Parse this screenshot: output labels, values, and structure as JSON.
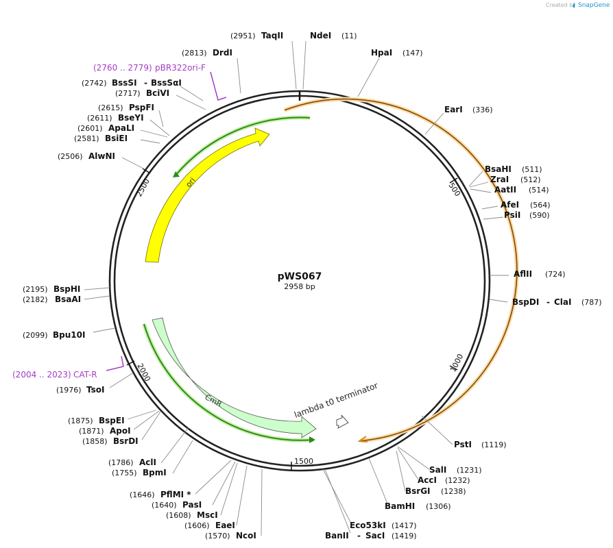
{
  "header": {
    "credit": "Created by",
    "brand": "SnapGene"
  },
  "plasmid": {
    "name": "pWS067",
    "length_label": "2958 bp"
  },
  "ticks": [
    "500",
    "1000",
    "1500",
    "2000",
    "2500"
  ],
  "sites": [
    {
      "pos": "(2951)",
      "name": "TaqII"
    },
    {
      "pos": "(11)",
      "name": "NdeI"
    },
    {
      "pos": "(147)",
      "name": "HpaI"
    },
    {
      "pos": "(2813)",
      "name": "DrdI"
    },
    {
      "pos": "(2742)",
      "name": "BssSI",
      "name2": "BssSαI",
      "sep": "-"
    },
    {
      "pos": "(2717)",
      "name": "BciVI"
    },
    {
      "pos": "(2615)",
      "name": "PspFI"
    },
    {
      "pos": "(2611)",
      "name": "BseYI"
    },
    {
      "pos": "(2601)",
      "name": "ApaLI"
    },
    {
      "pos": "(2581)",
      "name": "BsiEI"
    },
    {
      "pos": "(2506)",
      "name": "AlwNI"
    },
    {
      "pos": "(336)",
      "name": "EarI"
    },
    {
      "pos": "(511)",
      "name": "BsaHI"
    },
    {
      "pos": "(512)",
      "name": "ZraI"
    },
    {
      "pos": "(514)",
      "name": "AatII"
    },
    {
      "pos": "(564)",
      "name": "AfeI"
    },
    {
      "pos": "(590)",
      "name": "PsiI"
    },
    {
      "pos": "(724)",
      "name": "AflII"
    },
    {
      "pos": "(787)",
      "name": "BspDI",
      "name2": "ClaI",
      "sep": "-"
    },
    {
      "pos": "(2195)",
      "name": "BspHI"
    },
    {
      "pos": "(2182)",
      "name": "BsaAI"
    },
    {
      "pos": "(2099)",
      "name": "Bpu10I"
    },
    {
      "pos": "(1976)",
      "name": "TsoI"
    },
    {
      "pos": "(1875)",
      "name": "BspEI"
    },
    {
      "pos": "(1871)",
      "name": "ApoI"
    },
    {
      "pos": "(1858)",
      "name": "BsrDI"
    },
    {
      "pos": "(1786)",
      "name": "AclI"
    },
    {
      "pos": "(1755)",
      "name": "BpmI"
    },
    {
      "pos": "(1646)",
      "name": "PflMI *"
    },
    {
      "pos": "(1640)",
      "name": "PasI"
    },
    {
      "pos": "(1608)",
      "name": "MscI"
    },
    {
      "pos": "(1606)",
      "name": "EaeI"
    },
    {
      "pos": "(1570)",
      "name": "NcoI"
    },
    {
      "pos": "(1119)",
      "name": "PstI"
    },
    {
      "pos": "(1231)",
      "name": "SalI"
    },
    {
      "pos": "(1232)",
      "name": "AccI"
    },
    {
      "pos": "(1238)",
      "name": "BsrGI"
    },
    {
      "pos": "(1306)",
      "name": "BamHI"
    },
    {
      "pos": "(1417)",
      "name": "Eco53kI"
    },
    {
      "pos": "(1419)",
      "name": "BanII",
      "name2": "SacI",
      "sep": "-"
    }
  ],
  "primers": [
    {
      "range": "(2760 .. 2779)",
      "name": "pBR322ori-F",
      "color": "#a43cc4"
    },
    {
      "range": "(2004 .. 2023)",
      "name": "CAT-R",
      "color": "#a43cc4"
    }
  ],
  "features": [
    {
      "name": "ori",
      "color": "#ffff00"
    },
    {
      "name": "CmR",
      "color": "#ccffcc"
    },
    {
      "name": "lambda t0 terminator",
      "color": "#ffffff"
    }
  ],
  "colors": {
    "backbone": "#222222",
    "ori_fill": "#ffff00",
    "cmr_fill": "#ccffcc",
    "orf_line": "#2c8a1c",
    "orf_glow": "#c8f0a8",
    "orange_arc": "#d98c1e",
    "orange_glow": "#ffd9a0",
    "primer": "#a43cc4"
  }
}
